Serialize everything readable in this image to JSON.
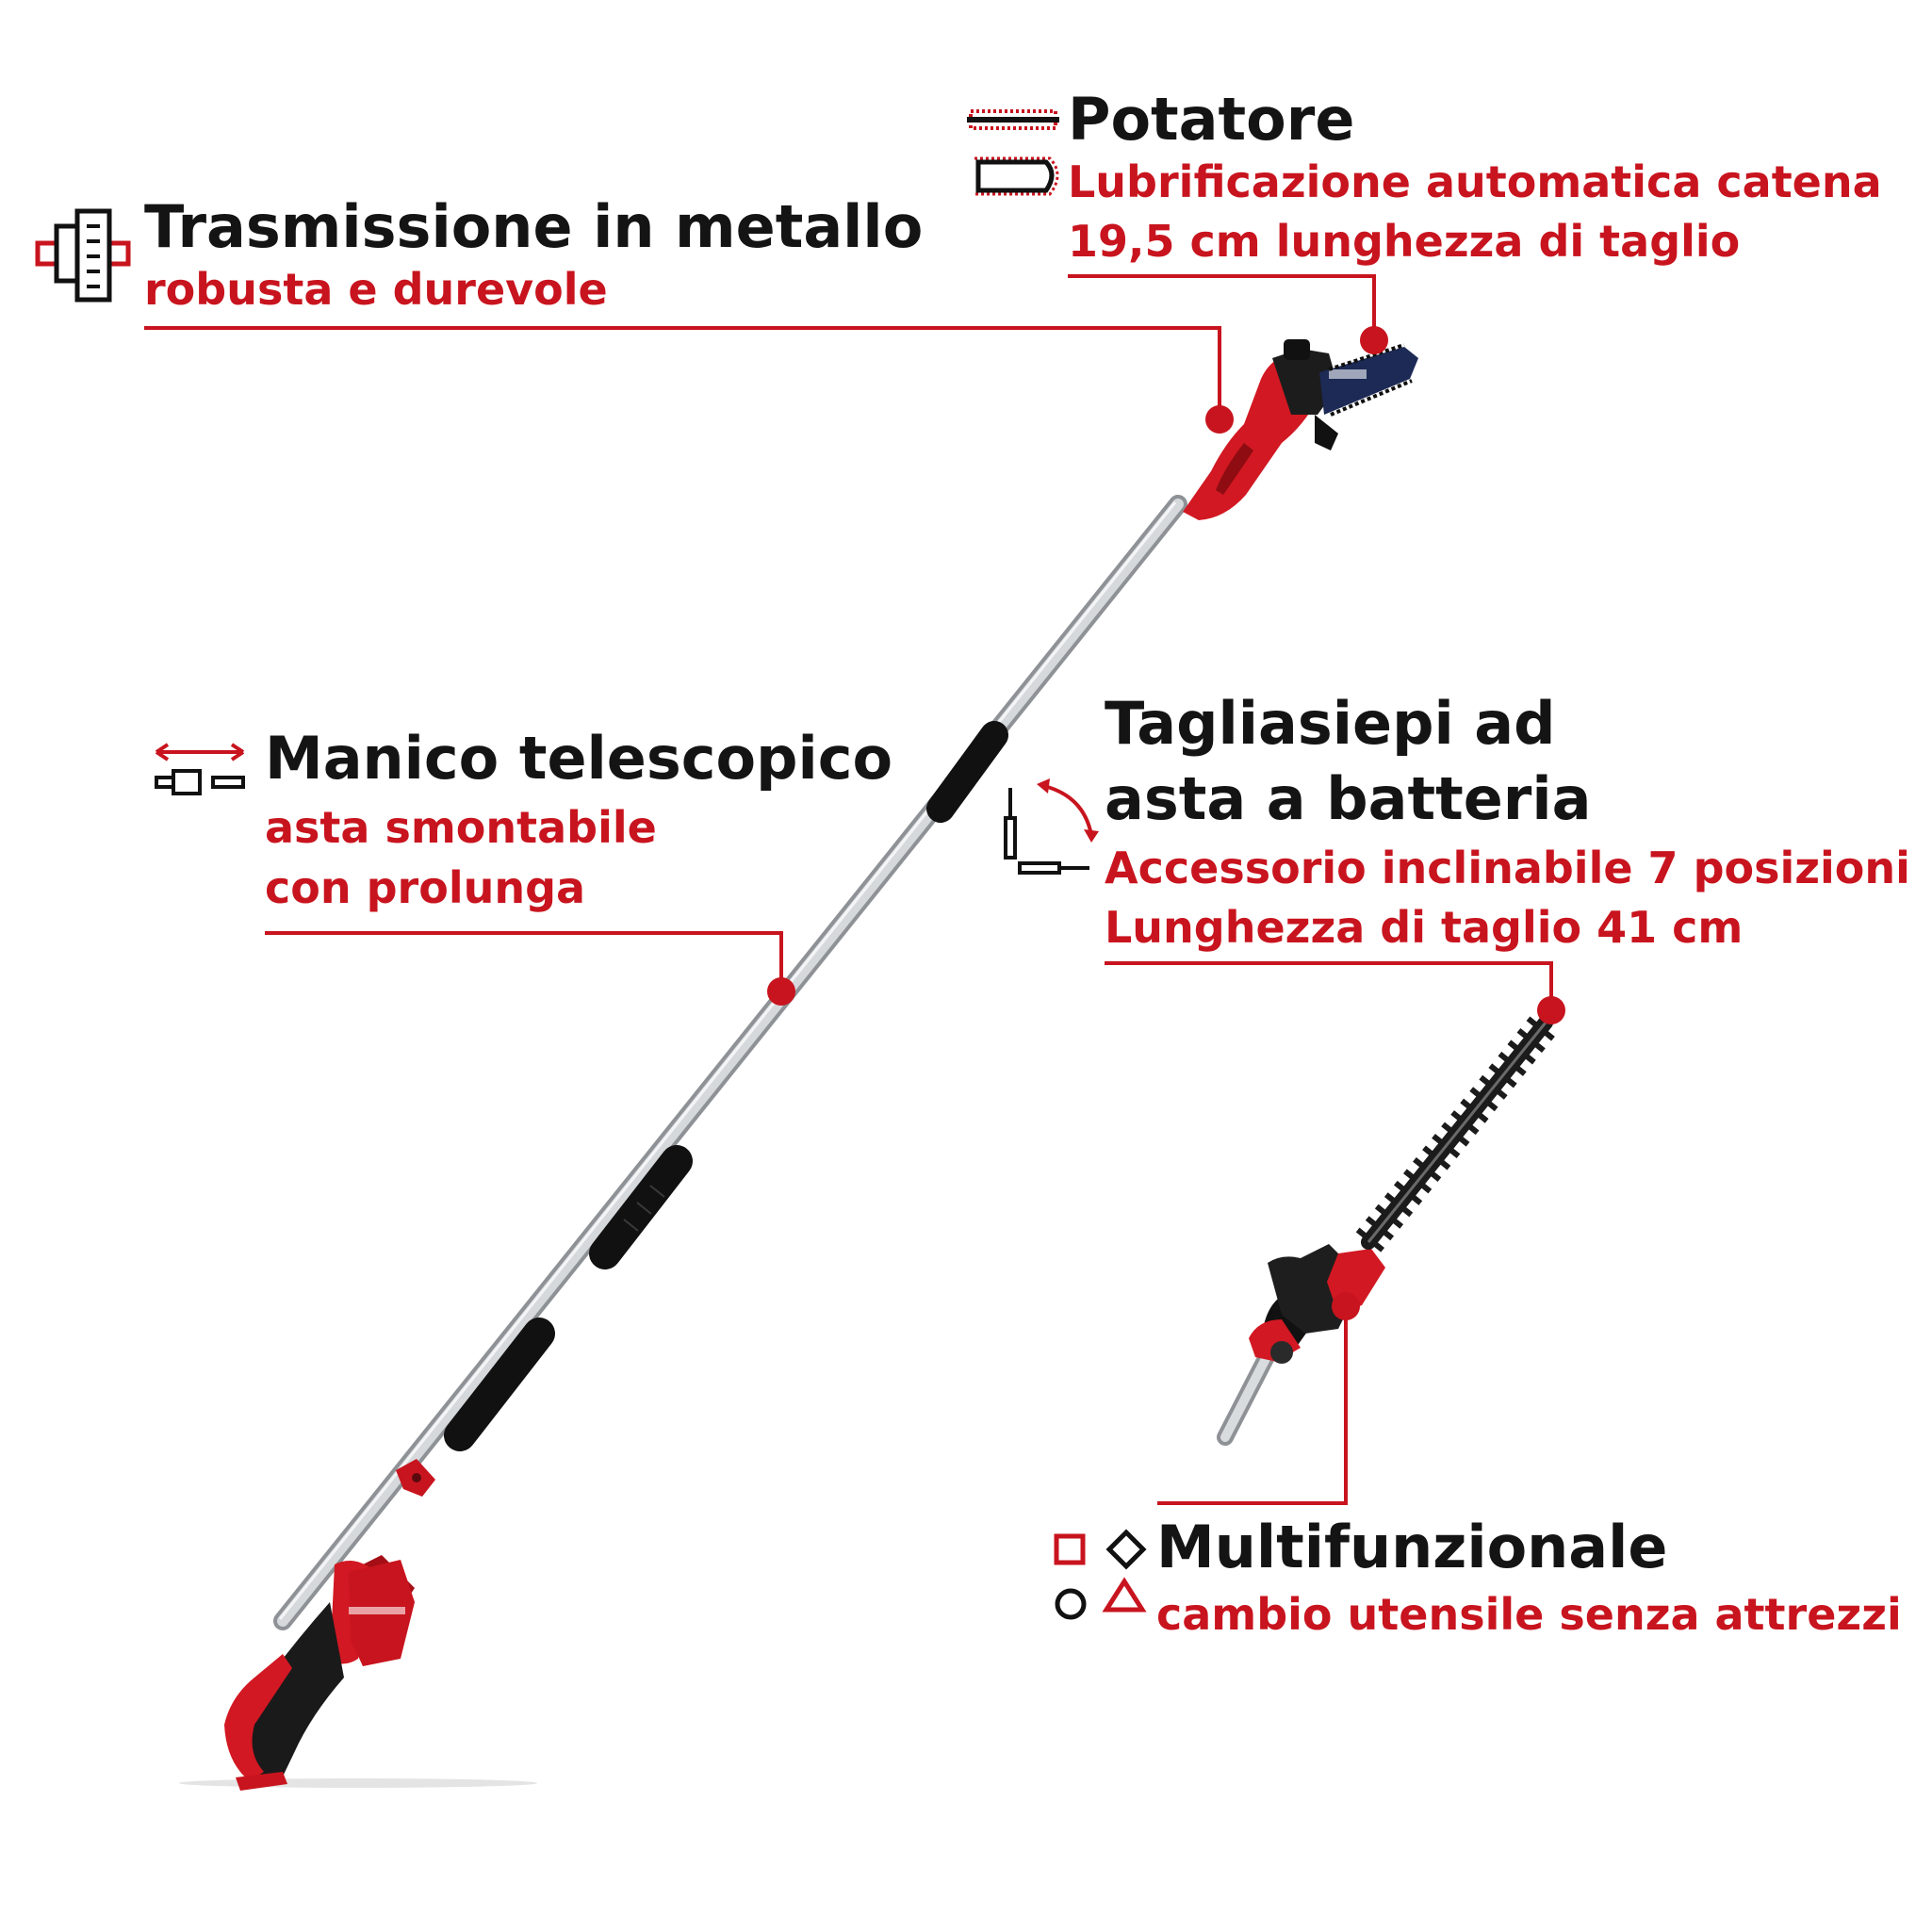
{
  "colors": {
    "accent": "#c8141e",
    "text": "#141414",
    "pole": "#c9ccd0",
    "grip": "#111111"
  },
  "callouts": {
    "trasmissione": {
      "icon": "gearbox-icon",
      "title": "Trasmissione in metallo",
      "subtitle": "robusta e durevole"
    },
    "potatore": {
      "icon": "chain-bar-icon",
      "title": "Potatore",
      "line1": "Lubrificazione automatica catena",
      "line2": "19,5 cm lunghezza di taglio"
    },
    "manico": {
      "icon": "telescopic-arrow-icon",
      "title": "Manico telescopico",
      "line1": "asta smontabile",
      "line2": "con prolunga"
    },
    "tagliasiepi": {
      "icon": "tilt-angle-icon",
      "title_line1": "Tagliasiepi ad",
      "title_line2": "asta a batteria",
      "line1": "Accessorio inclinabile 7 posizioni",
      "line2": "Lunghezza di taglio 41 cm"
    },
    "multifunzionale": {
      "icon": "shapes-icon",
      "title": "Multifunzionale",
      "subtitle": "cambio utensile senza attrezzi"
    }
  }
}
